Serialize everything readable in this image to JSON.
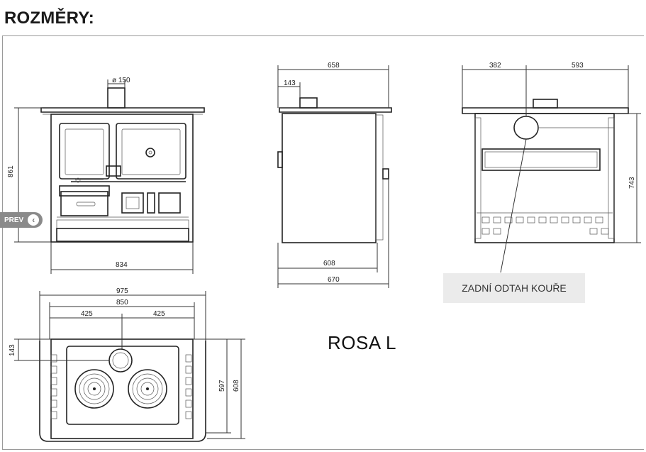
{
  "heading": "ROZMĚRY:",
  "prev_label": "PREV",
  "model_name": "ROSA L",
  "callout_text": "ZADNÍ ODTAH KOUŘE",
  "dimensions": {
    "front_flue_diameter": "ø 150",
    "front_height": "861",
    "front_width": "834",
    "side_flue_offset": "143",
    "side_top_width": "658",
    "side_body_depth": "608",
    "side_total_depth": "670",
    "rear_left": "382",
    "rear_right": "593",
    "rear_height": "743",
    "top_total_width": "975",
    "top_hob_width": "850",
    "top_half_left": "425",
    "top_half_right": "425",
    "top_flue_offset": "143",
    "top_inner_depth": "597",
    "top_total_depth": "608"
  },
  "colors": {
    "line": "#333333",
    "callout_bg": "#ebebeb",
    "prev_bg": "#8a8a8a"
  }
}
